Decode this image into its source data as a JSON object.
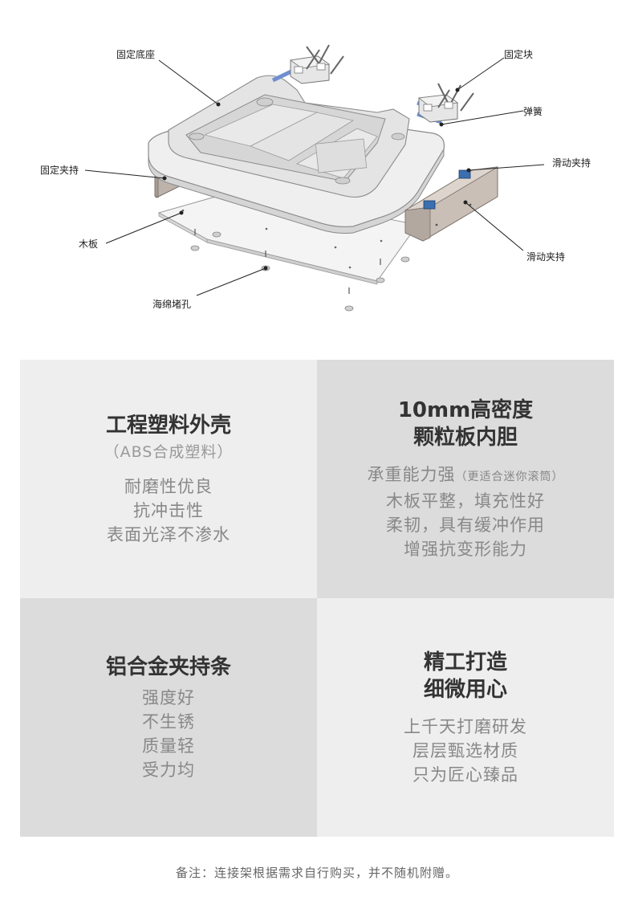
{
  "diagram": {
    "labels": {
      "fixed_base": "固定底座",
      "fixed_block": "固定块",
      "spring": "弹簧",
      "sliding_clamp_top": "滑动夹持",
      "fixed_clamp": "固定夹持",
      "wood_board": "木板",
      "sliding_clamp_bottom": "滑动夹持",
      "sponge_plug": "海绵堵孔"
    }
  },
  "features": [
    {
      "title_lines": [
        "工程塑料外壳"
      ],
      "subtitle": "（ABS合成塑料）",
      "items": [
        "耐磨性优良",
        "抗冲击性",
        "表面光泽不渗水"
      ]
    },
    {
      "title_lines": [
        "10mm高密度",
        "颗粒板内胆"
      ],
      "items_rich": {
        "first_main": "承重能力强",
        "first_small": "（更适合迷你滚筒）"
      },
      "items": [
        "木板平整，填充性好",
        "柔韧，具有缓冲作用",
        "增强抗变形能力"
      ]
    },
    {
      "title_lines": [
        "铝合金夹持条"
      ],
      "items": [
        "强度好",
        "不生锈",
        "质量轻",
        "受力均"
      ]
    },
    {
      "title_lines": [
        "精工打造",
        "细微用心"
      ],
      "items": [
        "上千天打磨研发",
        "层层甄选材质",
        "只为匠心臻品"
      ]
    }
  ],
  "note": "备注：连接架根据需求自行购买，并不随机附赠。",
  "colors": {
    "cell_light": "#eeeeee",
    "cell_dark": "#dcdcdc",
    "title": "#333333",
    "feature_text": "#888888",
    "clip_blue": "#3b6fb0"
  }
}
